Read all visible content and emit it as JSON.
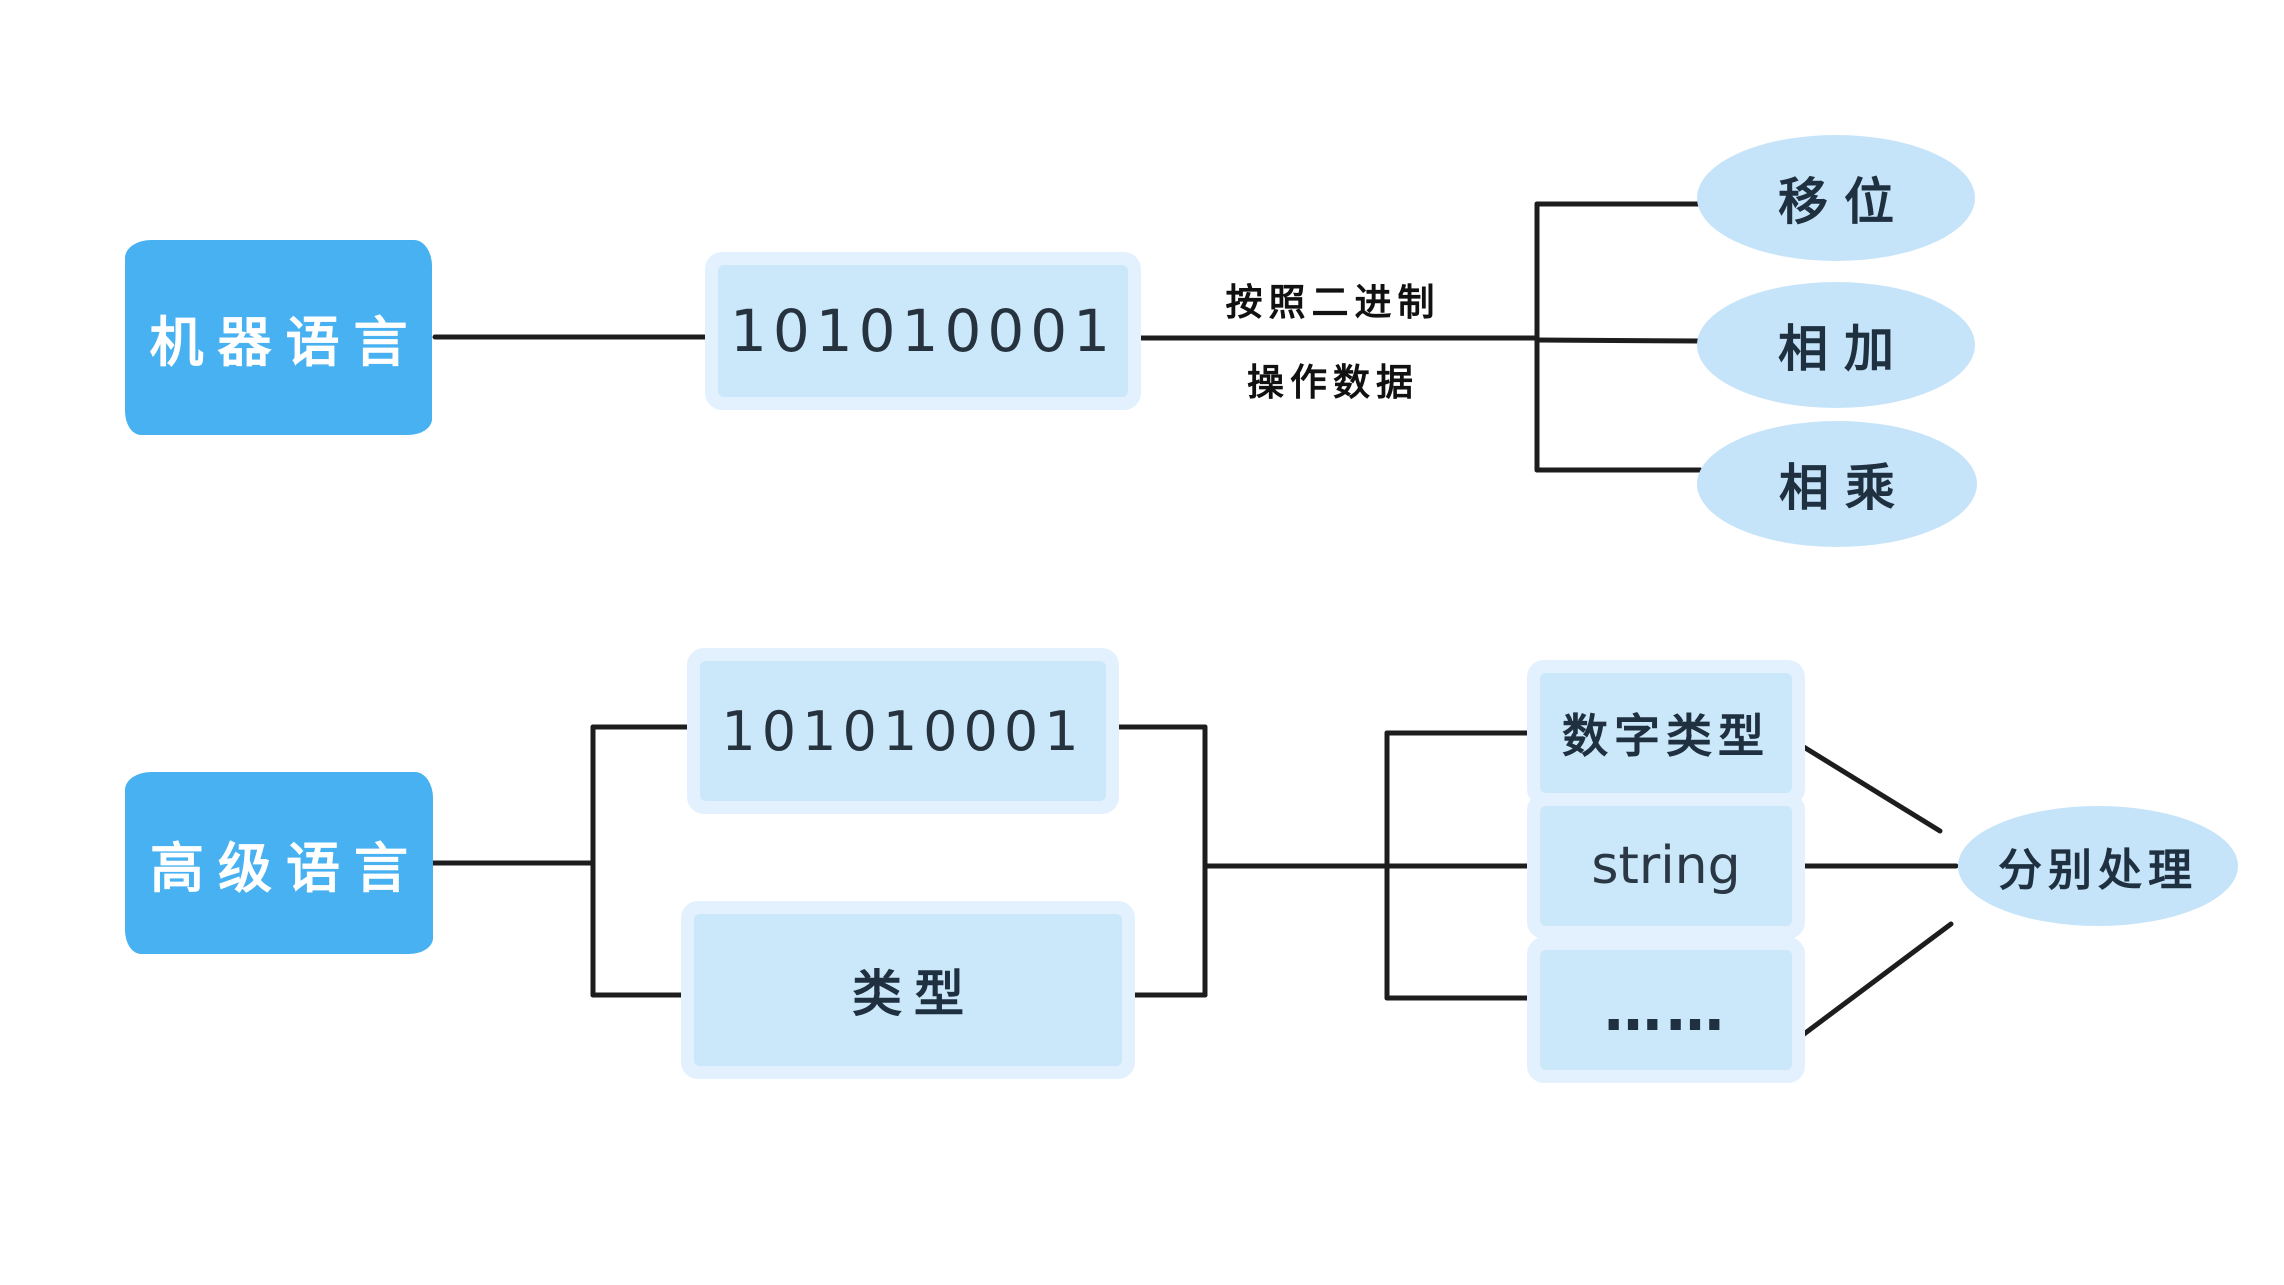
{
  "colors": {
    "node_primary": "#47B1F2",
    "node_light": "#CBE7FA",
    "node_halo": "#E2F1FD",
    "ellipse_fill": "#C6E4F9",
    "line": "#1D1D1D",
    "text_on_primary": "#FFFFFF",
    "text_dark": "#1F3040",
    "binary_text": "#26333F",
    "annotation_text": "#111111"
  },
  "machine_row": {
    "source_label": "机器语言",
    "binary_label": "101010001",
    "edge_label_line1": "按照二进制",
    "edge_label_line2": "操作数据",
    "operations": [
      {
        "label": "移位"
      },
      {
        "label": "相加"
      },
      {
        "label": "相乘"
      }
    ]
  },
  "highlevel_row": {
    "source_label": "高级语言",
    "binary_label": "101010001",
    "type_label": "类型",
    "value_types": [
      {
        "label": "数字类型"
      },
      {
        "label": "string"
      },
      {
        "label": "……"
      }
    ],
    "result_label": "分别处理"
  }
}
